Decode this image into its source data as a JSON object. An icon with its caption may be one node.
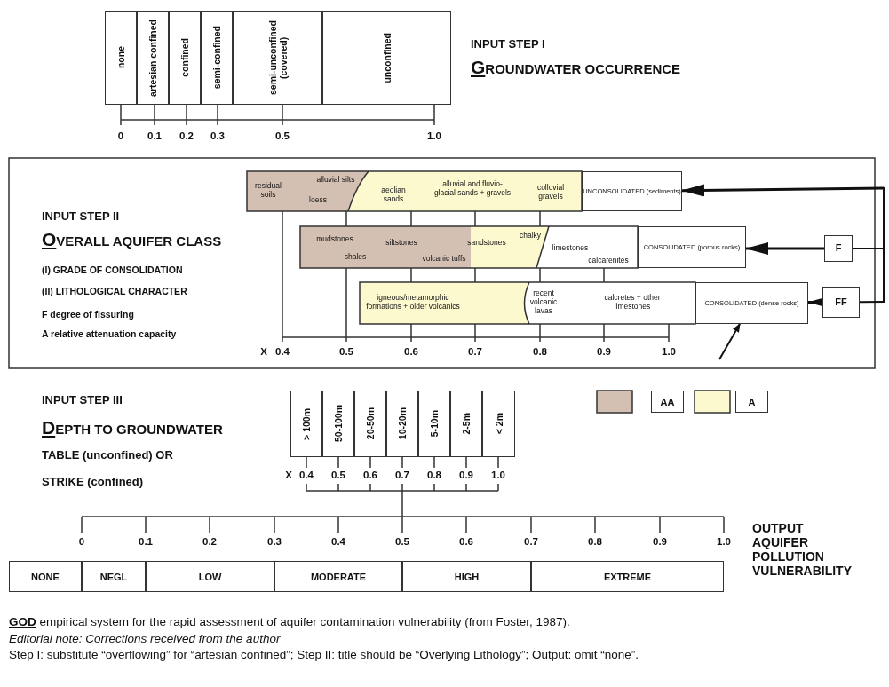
{
  "diagram": {
    "caption": "**GOD** empirical system for the rapid assessment of aquifer contamination vulnerability (from Foster, 1987).",
    "nodes": [
      {
        "text": [
          "UNCONSOLIDATED (sediments)"
        ]
      },
      {
        "text": [
          "CONSOLIDATED (porous rocks)"
        ]
      },
      {
        "text": [
          "CONSOLIDATED (dense rocks)"
        ]
      },
      {
        "text": [
          "F"
        ]
      },
      {
        "text": [
          "FF"
        ]
      }
    ],
    "edges": [
      {
        "from": null,
        "to": 0,
        "arrow": "to"
      },
      {
        "from": null,
        "to": 3,
        "arrow": "none"
      },
      {
        "from": 3,
        "to": 1,
        "arrow": "to"
      },
      {
        "from": null,
        "to": 4,
        "arrow": "none"
      },
      {
        "from": 4,
        "to": 2,
        "arrow": "to"
      },
      {
        "from": null,
        "to": 2,
        "arrow": "to"
      }
    ],
    "labels": [
      "none",
      "artesian confined",
      "confined",
      "semi-confined",
      "semi-unconfined (covered)",
      "unconfined",
      "0",
      "0.1",
      "0.2",
      "0.3",
      "0.5",
      "1.0",
      "INPUT STEP I",
      "GROUNDWATER OCCURRENCE",
      "INPUT STEP II",
      "OVERALL AQUIFER CLASS",
      "(I) GRADE OF CONSOLIDATION",
      "(II) LITHOLOGICAL CHARACTER",
      "F degree of fissuring",
      "A relative attenuation capacity",
      "residual soils",
      "alluvial silts",
      "loess",
      "aeolian sands",
      "alluvial and fluvio-glacial sands + gravels",
      "colluvial gravels",
      "mudstones",
      "siltstones",
      "sandstones",
      "chalky",
      "shales",
      "volcanic tuffs",
      "limestones",
      "calcarenites",
      "igneous/metamorphic formations + older volcanics",
      "recent volcanic lavas",
      "calcretes + other limestones",
      "X",
      "0.4",
      "0.5",
      "0.6",
      "0.7",
      "0.8",
      "0.9",
      "1.0",
      "INPUT STEP III",
      "DEPTH TO GROUNDWATER",
      "TABLE (unconfined) OR",
      "STRIKE (confined)",
      "> 100m",
      "50-100m",
      "20-50m",
      "10-20m",
      "5-10m",
      "2-5m",
      "< 2m",
      "X",
      "0.4",
      "0.5",
      "0.6",
      "0.7",
      "0.8",
      "0.9",
      "1.0",
      "0",
      "0.1",
      "0.2",
      "0.3",
      "0.4",
      "0.5",
      "0.6",
      "0.7",
      "0.8",
      "0.9",
      "1.0",
      "OUTPUT AQUIFER POLLUTION VULNERABILITY",
      "NONE",
      "NEGL",
      "LOW",
      "MODERATE",
      "HIGH",
      "EXTREME",
      "Editorial note: Corrections received from the author",
      "Step I: substitute “overflowing” for “artesian confined”; Step II: title should be “Overlying Lithology”; Output: omit “none”."
    ],
    "legend": [
      {
        "text": "AA",
        "color": "#d4c0b3"
      },
      {
        "text": "A",
        "color": "#fdf9cf"
      }
    ]
  }
}
